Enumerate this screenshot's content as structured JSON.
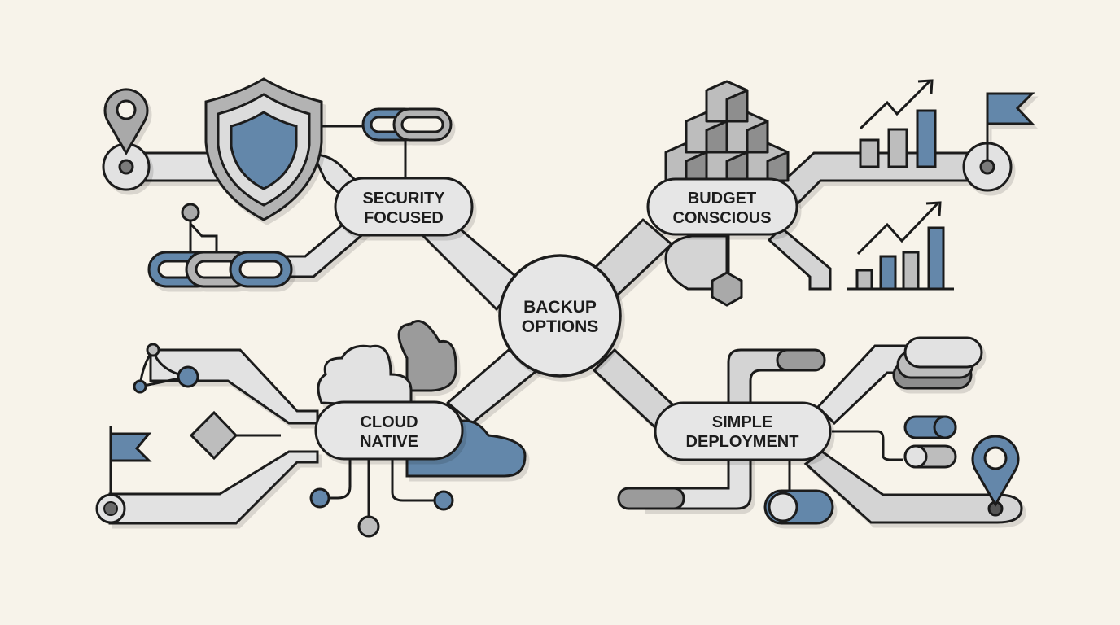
{
  "title": "Backup Options",
  "colors": {
    "background": "#f7f3ea",
    "accent_blue": "#6487aa",
    "light_gray": "#e2e2e2",
    "mid_gray": "#bdbdbd",
    "dark_gray": "#8e8e8e",
    "outline": "#1a1a1a"
  },
  "center": {
    "line1": "BACKUP",
    "line2": "OPTIONS"
  },
  "nodes": [
    {
      "id": "security",
      "line1": "SECURITY",
      "line2": "FOCUSED",
      "icons": [
        "location-pin-icon",
        "shield-icon",
        "chain-link-icon",
        "flag-icon"
      ]
    },
    {
      "id": "budget",
      "line1": "BUDGET",
      "line2": "CONSCIOUS",
      "icons": [
        "cube-stack-icon",
        "bar-chart-up-icon",
        "flag-icon",
        "hexagon-icon"
      ]
    },
    {
      "id": "cloud",
      "line1": "CLOUD",
      "line2": "NATIVE",
      "icons": [
        "cloud-icon",
        "diamond-icon",
        "flag-icon",
        "network-nodes-icon"
      ]
    },
    {
      "id": "deployment",
      "line1": "SIMPLE",
      "line2": "DEPLOYMENT",
      "icons": [
        "pipe-icon",
        "toggle-icon",
        "location-pin-icon",
        "server-stack-icon"
      ]
    }
  ]
}
